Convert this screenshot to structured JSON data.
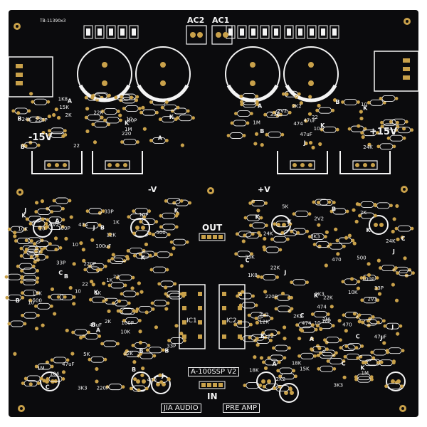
{
  "board": {
    "top_code": "TB-11390x3",
    "product_name": "A-100SSP V2",
    "brand": "JIA AUDIO",
    "type": "PRE AMP"
  },
  "connectors": {
    "ac2": "AC2",
    "ac1": "AC1",
    "out": "OUT",
    "in": "IN"
  },
  "rails": {
    "neg15": "-15V",
    "pos15": "+15V",
    "neg_v": "-V",
    "pos_v": "+V"
  },
  "ics": {
    "ic1": "IC1",
    "ic2": "IC2"
  },
  "values": {
    "p220": "220P",
    "k22": "22K",
    "k3": "3K3",
    "k1": "1K",
    "k5": "5K",
    "k33": "33K",
    "c104": "104",
    "c474": "474",
    "k2": "2K",
    "r10": "10",
    "r22": "22",
    "uf47": "47uF",
    "r220": "220",
    "uf100": "100uF",
    "p33": "33P",
    "k12": "12K",
    "k10": "10K",
    "r500": "500",
    "r1": "1M",
    "k18": "18K",
    "p10": "10P",
    "r470": "470",
    "k24": "24K",
    "r1k8": "1K8",
    "r100p": "100P",
    "c2v2": "2V2",
    "k15": "15K",
    "r2k2": "2K2",
    "marks": [
      "A",
      "B",
      "C",
      "J",
      "K"
    ]
  },
  "colors": {
    "board": "#0b0b0d",
    "silkscreen": "#f4f4f4",
    "pad_gold": "#c9a14a"
  }
}
